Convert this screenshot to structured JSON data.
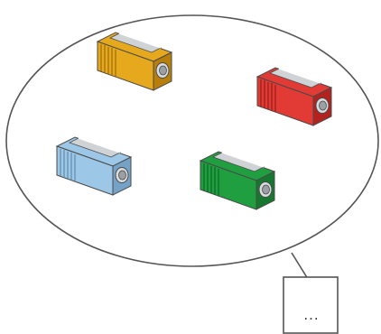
{
  "diagram": {
    "box_text": "...",
    "set_items": [
      {
        "name": "sharpener-yellow",
        "color": "#e6a81c",
        "shade": "#b87e0c",
        "dark": "#8f6008"
      },
      {
        "name": "sharpener-red",
        "color": "#e23a35",
        "shade": "#b3221f",
        "dark": "#861614"
      },
      {
        "name": "sharpener-blue",
        "color": "#9dc7e6",
        "shade": "#74a3c7",
        "dark": "#577f9f"
      },
      {
        "name": "sharpener-green",
        "color": "#1f9f3f",
        "shade": "#15782e",
        "dark": "#0e5a21"
      }
    ],
    "stroke_color": "#4a4a4a"
  }
}
